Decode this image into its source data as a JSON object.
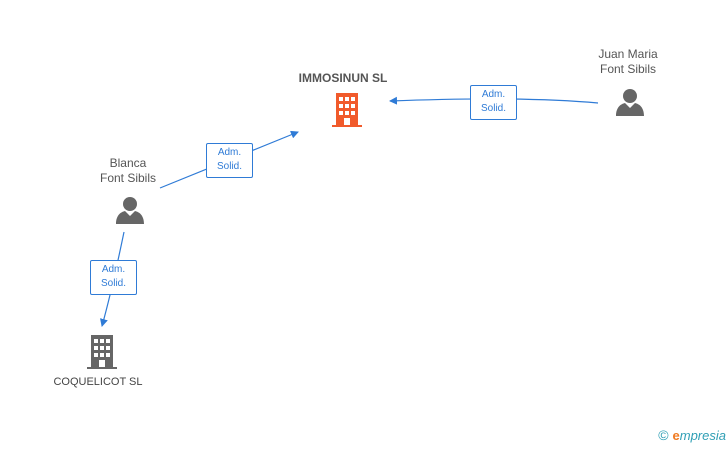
{
  "nodes": {
    "main_company": {
      "name": "IMMOSINUN SL",
      "icon": "building-icon",
      "color": "#f15a2b"
    },
    "person_juan": {
      "line1": "Juan Maria",
      "line2": "Font Sibils",
      "icon": "person-icon"
    },
    "person_blanca": {
      "line1": "Blanca",
      "line2": "Font Sibils",
      "icon": "person-icon"
    },
    "company_coquelicot": {
      "name": "COQUELICOT SL",
      "icon": "building-icon",
      "color": "#666666"
    }
  },
  "edges": [
    {
      "from": "Juan Maria Font Sibils",
      "to": "IMMOSINUN SL",
      "line1": "Adm.",
      "line2": "Solid."
    },
    {
      "from": "Blanca Font Sibils",
      "to": "IMMOSINUN SL",
      "line1": "Adm.",
      "line2": "Solid."
    },
    {
      "from": "Blanca Font Sibils",
      "to": "COQUELICOT SL",
      "line1": "Adm.",
      "line2": "Solid."
    }
  ],
  "colors": {
    "edge": "#2f7bd6",
    "person": "#666666",
    "main_building": "#f15a2b",
    "building": "#666666"
  },
  "brand": {
    "copyright": "©",
    "initial": "e",
    "name": "mpresia"
  }
}
